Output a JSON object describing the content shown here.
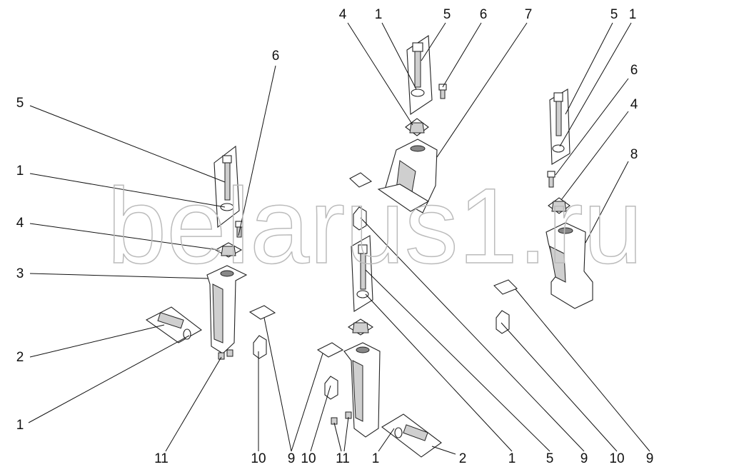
{
  "diagram": {
    "type": "exploded-parts-view",
    "watermark": "belarus1.ru",
    "callouts": [
      "6",
      "5",
      "1",
      "4",
      "3",
      "2",
      "1",
      "11",
      "10",
      "9",
      "4",
      "1",
      "5",
      "6",
      "7",
      "10",
      "11",
      "1",
      "2",
      "1",
      "5",
      "9",
      "10",
      "9",
      "5",
      "1",
      "6",
      "4",
      "8"
    ]
  }
}
